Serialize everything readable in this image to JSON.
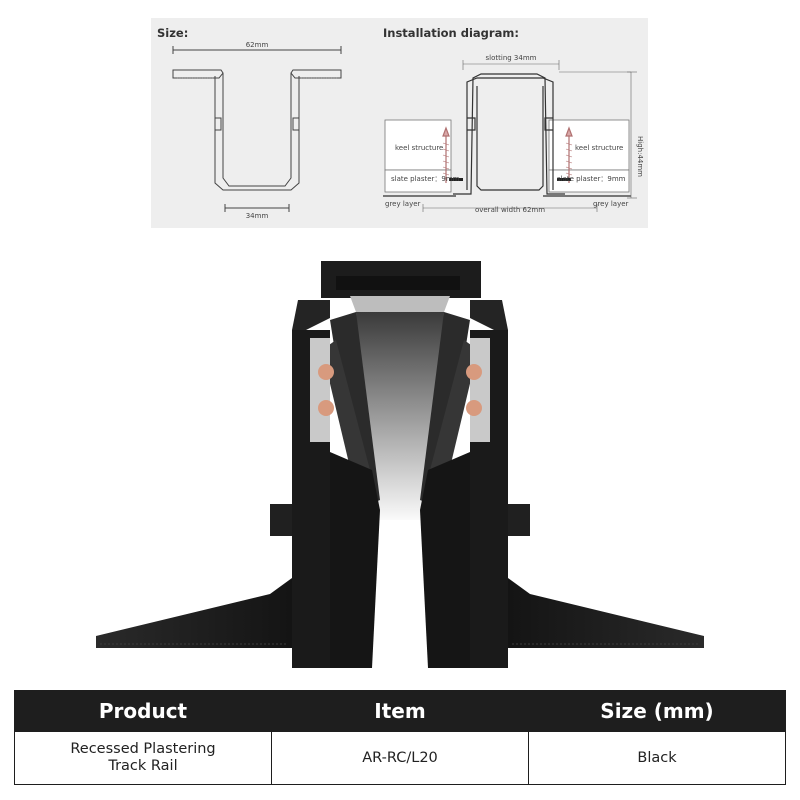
{
  "diagram": {
    "size_title": "Size:",
    "install_title": "Installation diagram:",
    "width_top": "62mm",
    "width_bottom": "34mm",
    "slotting": "slotting  34mm",
    "height": "High:44mm",
    "keel_left": "keel structure",
    "keel_right": "keel structure",
    "slate_left": "slate plaster：9mm",
    "slate_right": "slate plaster：9mm",
    "grey_left": "grey layer",
    "grey_right": "grey layer",
    "overall": "overall width  62mm"
  },
  "table": {
    "headers": [
      "Product",
      "Item",
      "Size (mm)"
    ],
    "row": {
      "product_line1": "Recessed Plastering",
      "product_line2": "Track Rail",
      "item": "AR-RC/L20",
      "size": "Black"
    }
  },
  "colors": {
    "rail": "#1d1d1d",
    "contact": "#d89a7e",
    "table_header": "#1e1e1e"
  }
}
